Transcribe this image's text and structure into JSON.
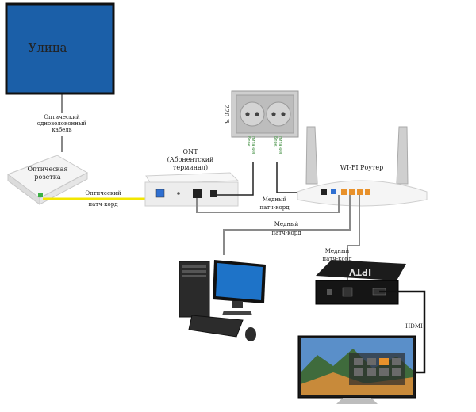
{
  "street": {
    "label": "Улица"
  },
  "optical_cable": {
    "line1": "Оптический",
    "line2": "одноволоконный",
    "line3": "кабель"
  },
  "optical_socket": {
    "line1": "Оптическая",
    "line2": "розетка"
  },
  "patch_optical": {
    "line1": "Оптический",
    "line2": "патч-корд"
  },
  "ont": {
    "line1": "ONT",
    "line2": "(Абонентский",
    "line3": "терминал)"
  },
  "outlet": {
    "voltage": "220 В",
    "ont_power_1": "Блок",
    "ont_power_2": "питания",
    "router_power_1": "Блок",
    "router_power_2": "питания"
  },
  "router": {
    "label": "WI-FI Роутер"
  },
  "copper_ont_router": {
    "line1": "Медный",
    "line2": "патч-корд"
  },
  "copper_pc": {
    "line1": "Медный",
    "line2": "патч-корд"
  },
  "copper_tvbox": {
    "line1": "Медный",
    "line2": "патч-корд"
  },
  "tvbox": {
    "logo": "IPTV"
  },
  "hdmi": {
    "label": "HDMI"
  },
  "colors": {
    "street_fill": "#1b5fa8",
    "optical_patch": "#f2e600",
    "copper": "#8a8a8a",
    "port_orange": "#e8912b",
    "port_blue": "#2e6fd1",
    "text_green": "#3a8a3a"
  }
}
